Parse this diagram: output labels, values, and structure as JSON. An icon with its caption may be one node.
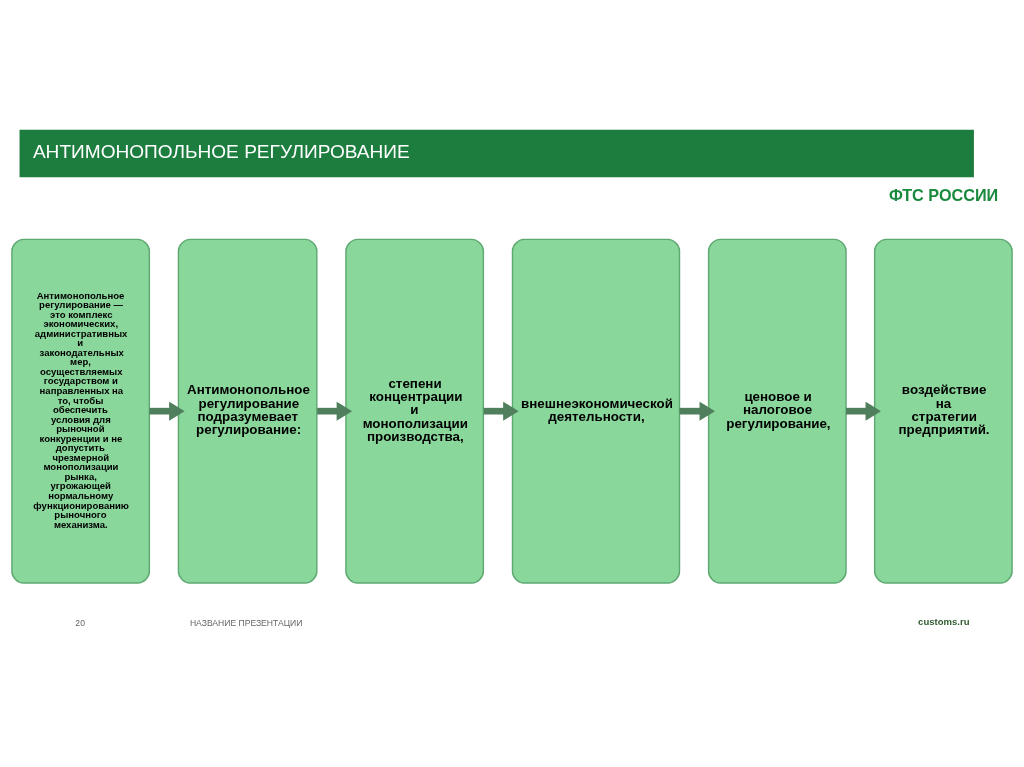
{
  "diagram": {
    "title": "АНТИМОНОПОЛЬНОЕ РЕГУЛИРОВАНИЕ",
    "nodes": [
      {
        "text": [
          "Антимонопольное регулирование — это комплекс экономических, административных и законодательных мер, осуществляемых государством и направленных на то, чтобы обеспечить условия для рыночной конкуренции и не допустить чрезмерной монополизации рынка, угрожающей нормальному функционированию рыночного механизма."
        ]
      },
      {
        "text": [
          "Антимонопольное регулирование подразумевает регулирование:"
        ]
      },
      {
        "text": [
          "степени концентрации и монополизации производства,"
        ]
      },
      {
        "text": [
          "внешнеэкономической деятельности,"
        ]
      },
      {
        "text": [
          "ценовое и налоговое регулирование,"
        ]
      },
      {
        "text": [
          "воздействие на стратегии предприятий."
        ]
      }
    ],
    "edges": [
      {
        "from": 0,
        "to": 1,
        "arrow": "to"
      },
      {
        "from": 1,
        "to": 2,
        "arrow": "to"
      },
      {
        "from": 2,
        "to": 3,
        "arrow": "to"
      },
      {
        "from": 3,
        "to": 4,
        "arrow": "to"
      },
      {
        "from": 4,
        "to": 5,
        "arrow": "to"
      }
    ],
    "labels": [
      "ФТС РОССИИ",
      "20",
      "НАЗВАНИЕ ПРЕЗЕНТАЦИИ",
      "customs.ru"
    ]
  }
}
